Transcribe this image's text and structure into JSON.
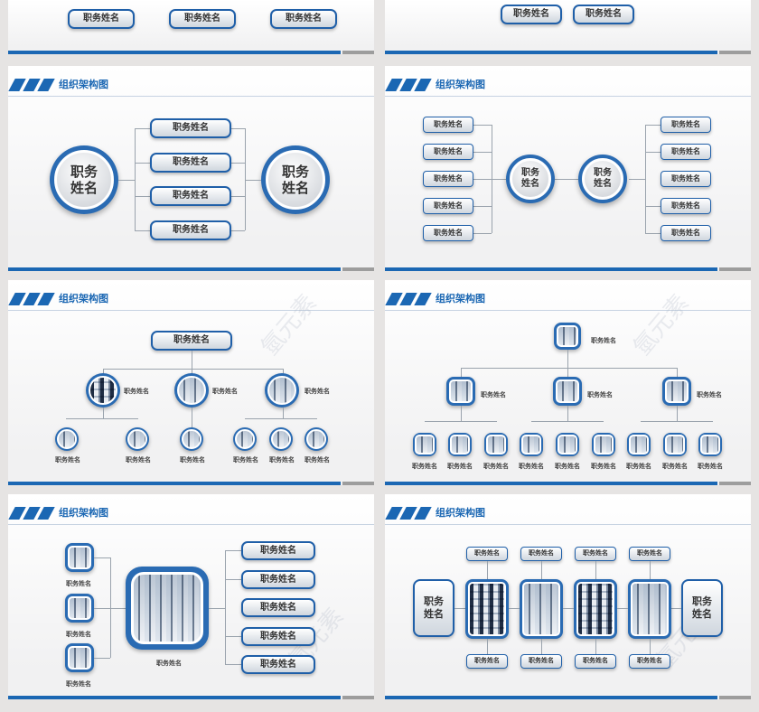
{
  "header_title": "组织架构图",
  "node": "职务姓名",
  "node_big_line1": "职务",
  "node_big_line2": "姓名",
  "watermark": "氫元素"
}
